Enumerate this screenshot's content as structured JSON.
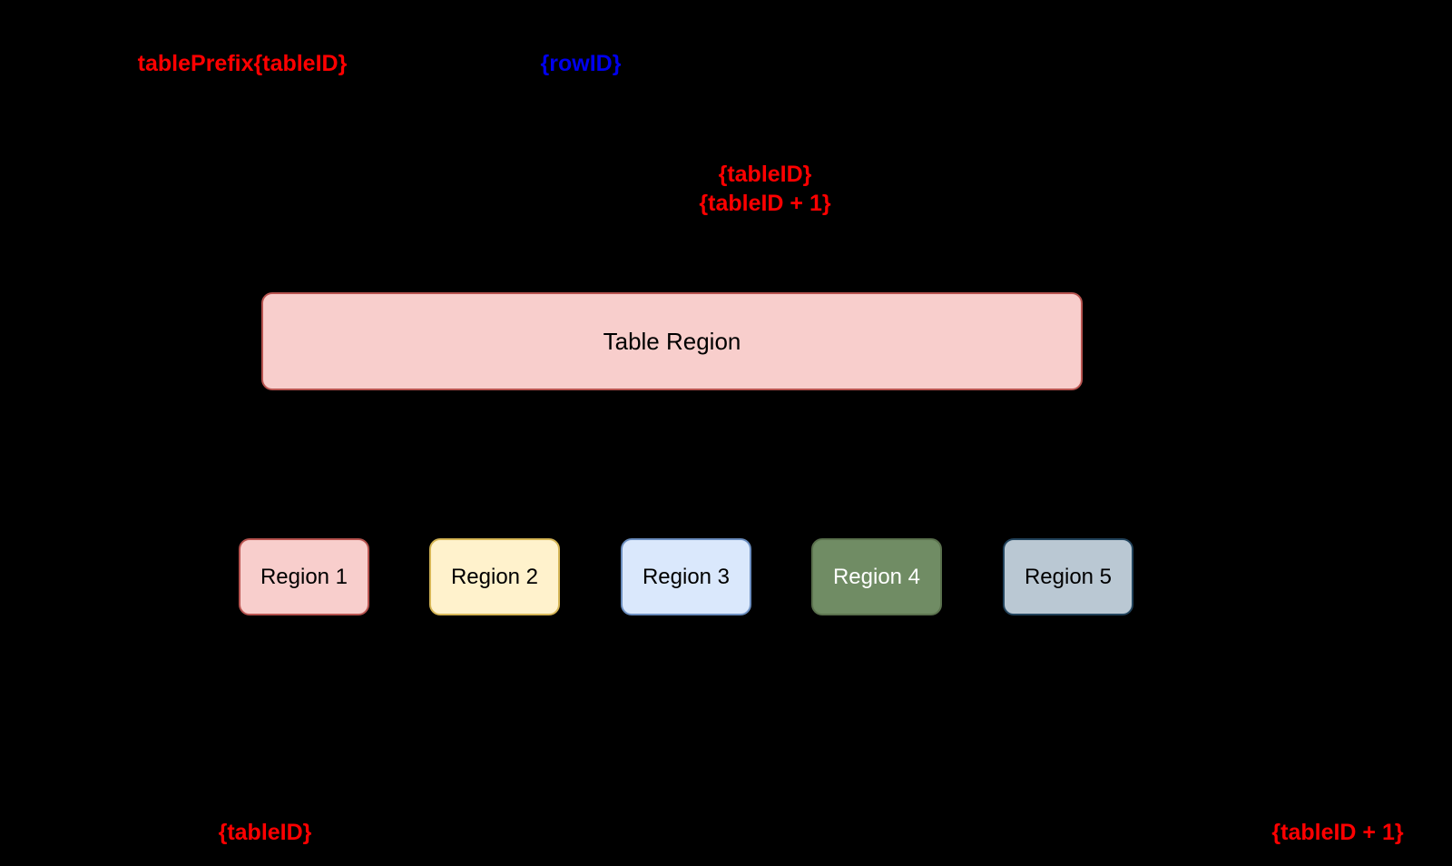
{
  "canvas": {
    "background": "#000000"
  },
  "colors": {
    "annotation_red": "#ff0000",
    "annotation_blue": "#0000ee"
  },
  "annotations": {
    "row_key_prefix": {
      "text": "tablePrefix{tableID}",
      "color": "#ff0000"
    },
    "row_id": {
      "text": "{rowID}",
      "color": "#0000ee"
    },
    "table_id_range": {
      "line1": "{tableID}",
      "line2": "{tableID + 1}",
      "color": "#ff0000"
    },
    "start_boundary": {
      "text": "{tableID}",
      "color": "#ff0000"
    },
    "end_boundary": {
      "text": "{tableID + 1}",
      "color": "#ff0000"
    }
  },
  "table_region": {
    "label": "Table Region",
    "fill": "#f8cecc",
    "stroke": "#b85450",
    "text_color": "#000000"
  },
  "regions": [
    {
      "label": "Region 1",
      "fill": "#f8cecc",
      "stroke": "#b85450",
      "text_color": "#000000"
    },
    {
      "label": "Region 2",
      "fill": "#fff2cc",
      "stroke": "#d6b656",
      "text_color": "#000000"
    },
    {
      "label": "Region 3",
      "fill": "#dae8fc",
      "stroke": "#6c8ebf",
      "text_color": "#000000"
    },
    {
      "label": "Region 4",
      "fill": "#708c64",
      "stroke": "#5a714d",
      "text_color": "#ffffff"
    },
    {
      "label": "Region 5",
      "fill": "#bac8d3",
      "stroke": "#23445d",
      "text_color": "#000000"
    }
  ]
}
